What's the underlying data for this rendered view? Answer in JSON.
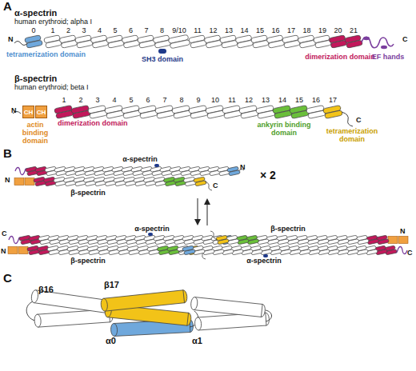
{
  "diagram": {
    "nodes": [
      {
        "text": [
          "CH"
        ]
      },
      {
        "text": [
          "CH"
        ]
      }
    ],
    "labels": [
      "A",
      "α-spectrin",
      "human erythroid; alpha I",
      "0",
      "1",
      "2",
      "3",
      "4",
      "5",
      "6",
      "7",
      "8",
      "9/10",
      "11",
      "12",
      "13",
      "14",
      "15",
      "16",
      "17",
      "18",
      "19",
      "20",
      "21",
      "N",
      "C",
      "tetramerization domain",
      "SH3 domain",
      "dimerization domain",
      "EF hands",
      "β-spectrin",
      "human erythroid; beta I",
      "1",
      "2",
      "3",
      "4",
      "5",
      "6",
      "7",
      "8",
      "9",
      "10",
      "11",
      "12",
      "13",
      "14",
      "15",
      "16",
      "17",
      "N",
      "C",
      "actin binding domain",
      "dimerization domain",
      "ankyrin binding domain",
      "tetramerization domain",
      "B",
      "α-spectrin",
      "β-spectrin",
      "N",
      "C",
      "N",
      "× 2",
      "α-spectrin",
      "β-spectrin",
      "β-spectrin",
      "α-spectrin",
      "C",
      "N",
      "N",
      "C",
      "C",
      "β16",
      "β17",
      "α0",
      "α1"
    ]
  }
}
